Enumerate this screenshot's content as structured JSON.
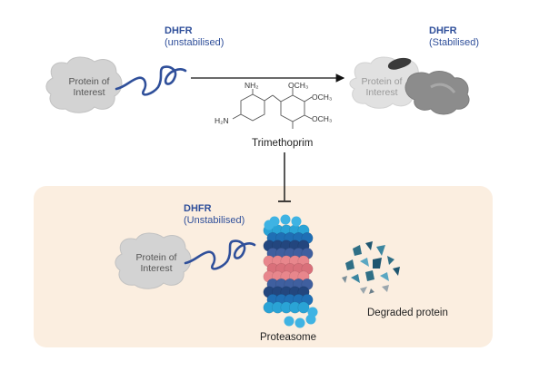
{
  "top": {
    "dhfr_left": {
      "title": "DHFR",
      "subtitle": "(unstabilised)"
    },
    "dhfr_right": {
      "title": "DHFR",
      "subtitle": "(Stabilised)"
    },
    "poi_left": [
      "Protein of",
      "Interest"
    ],
    "poi_right": [
      "Protein of",
      "Interest"
    ]
  },
  "drug": {
    "name": "Trimethoprim",
    "atoms": {
      "nh2_top": "NH₂",
      "nh2_left": "H₂N",
      "ome1": "OCH₃",
      "ome2": "OCH₃",
      "ome3": "OCH₃"
    }
  },
  "bottom": {
    "dhfr": {
      "title": "DHFR",
      "subtitle": "(Unstabilised)"
    },
    "poi": [
      "Protein of",
      "Interest"
    ],
    "proteasome_label": "Proteasome",
    "degraded_label": "Degraded protein"
  },
  "colors": {
    "dhfr_blue": "#2f4f9a",
    "panel_fill": "#fbeee0",
    "proteasome_top": "#2aa3d6",
    "proteasome_pink": "#e8868c",
    "fragment_teal": "#2f6f86"
  }
}
